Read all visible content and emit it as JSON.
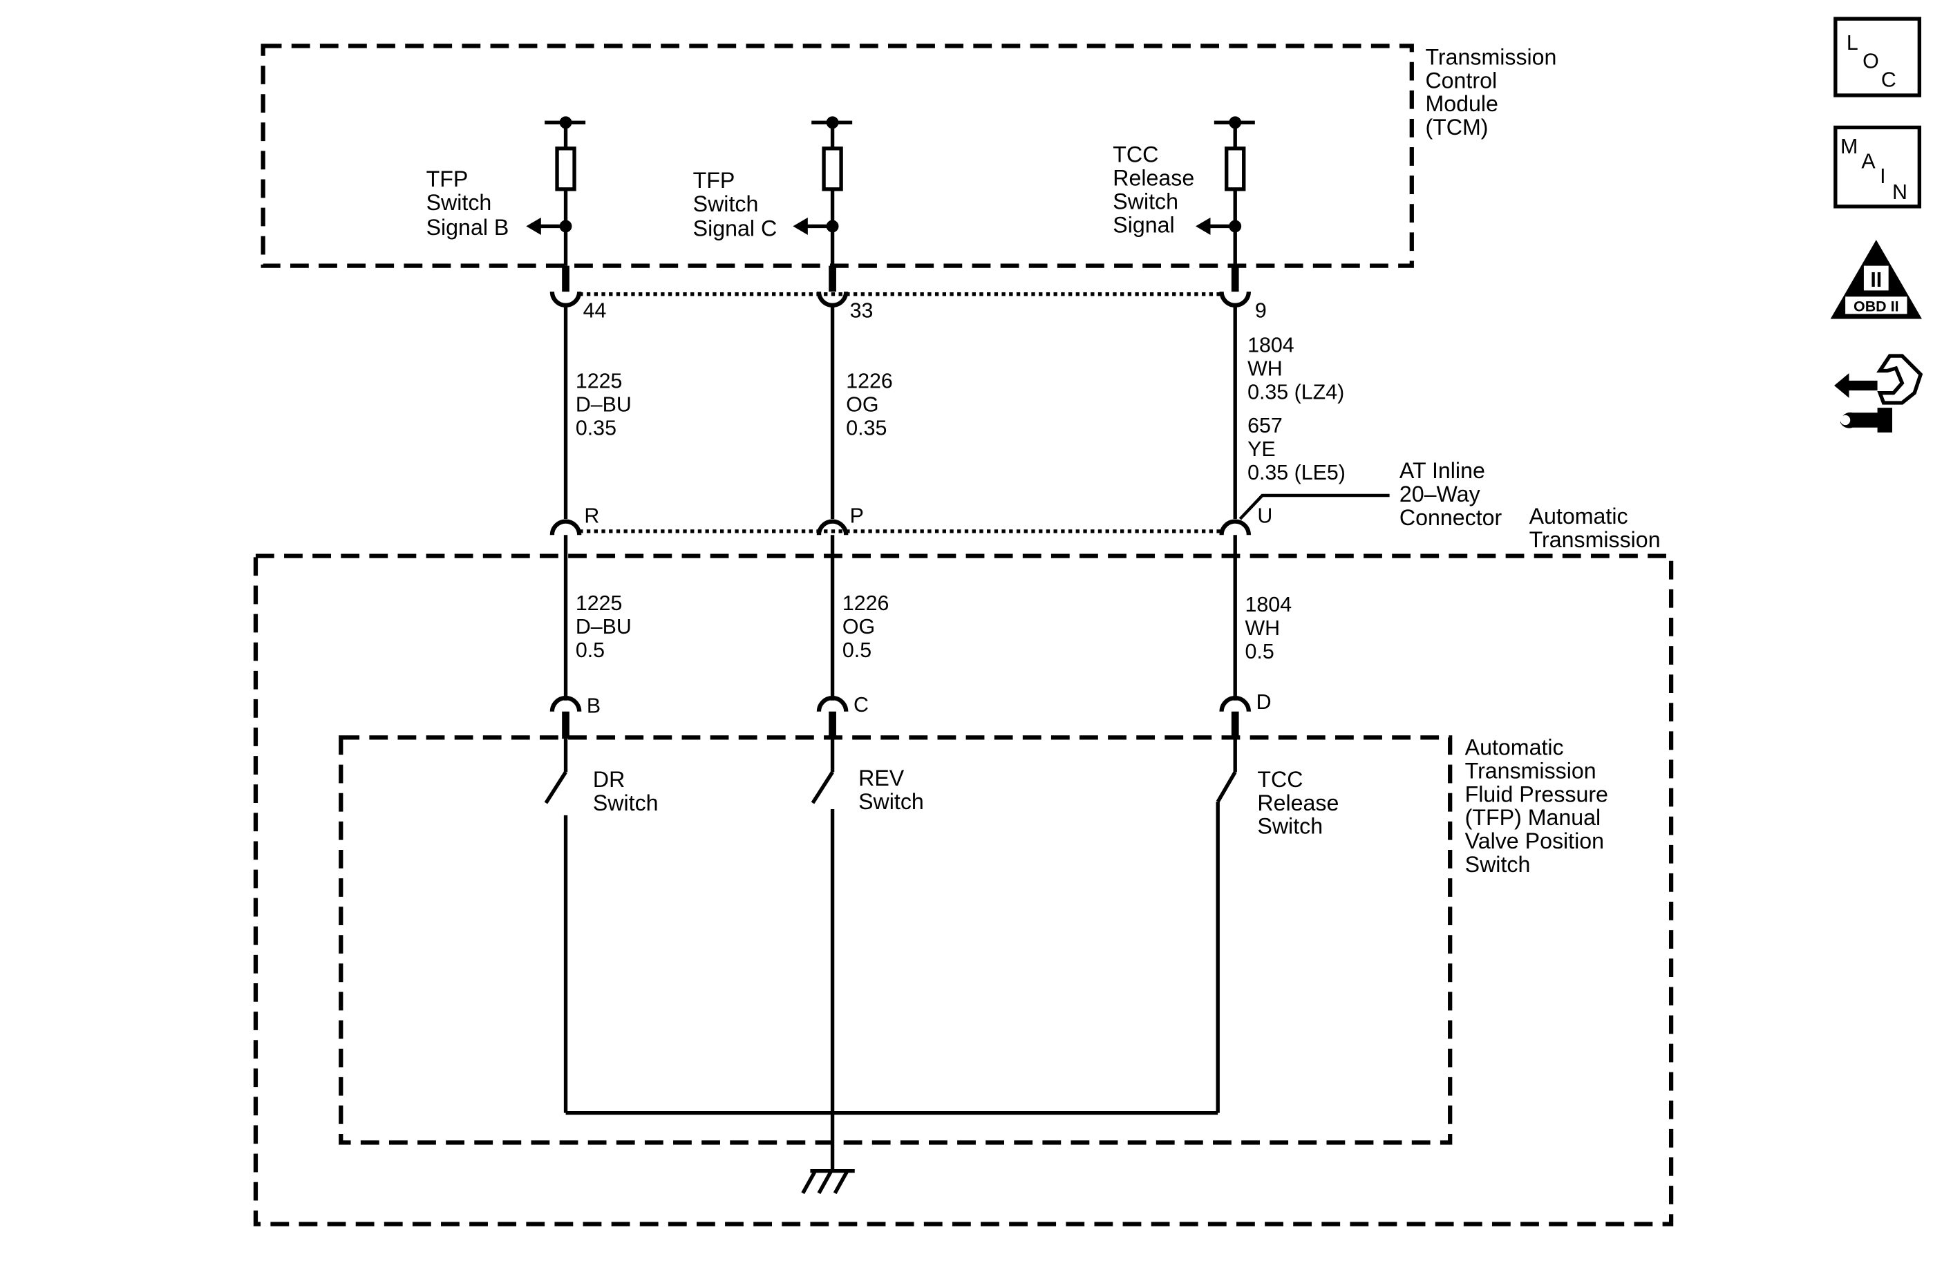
{
  "modules": {
    "tcm": [
      "Transmission",
      "Control",
      "Module",
      "(TCM)"
    ],
    "automatic_transmission": [
      "Automatic",
      "Transmission"
    ],
    "tfp_switch": [
      "Automatic",
      "Transmission",
      "Fluid Pressure",
      "(TFP) Manual",
      "Valve Position",
      "Switch"
    ]
  },
  "signals": {
    "tfp_b": [
      "TFP",
      "Switch",
      "Signal B"
    ],
    "tfp_c": [
      "TFP",
      "Switch",
      "Signal C"
    ],
    "tcc": [
      "TCC",
      "Release",
      "Switch",
      "Signal"
    ]
  },
  "tcm_pins": {
    "b": "44",
    "c": "33",
    "tcc": "9"
  },
  "wires_upper": {
    "b": [
      "1225",
      "D–BU",
      "0.35"
    ],
    "c": [
      "1226",
      "OG",
      "0.35"
    ],
    "tcc": [
      "1804",
      "WH",
      "0.35 (LZ4)",
      "657",
      "YE",
      "0.35 (LE5)"
    ]
  },
  "inline_connector": {
    "label": [
      "AT Inline",
      "20–Way",
      "Connector"
    ],
    "pins": {
      "b": "R",
      "c": "P",
      "tcc": "U"
    }
  },
  "wires_lower": {
    "b": [
      "1225",
      "D–BU",
      "0.5"
    ],
    "c": [
      "1226",
      "OG",
      "0.5"
    ],
    "tcc": [
      "1804",
      "WH",
      "0.5"
    ]
  },
  "switch_pins": {
    "b": "B",
    "c": "C",
    "tcc": "D"
  },
  "switches": {
    "dr": [
      "DR",
      "Switch"
    ],
    "rev": [
      "REV",
      "Switch"
    ],
    "tcc": [
      "TCC",
      "Release",
      "Switch"
    ]
  },
  "side_icons": {
    "loc": [
      "L",
      "O",
      "C"
    ],
    "main": [
      "M",
      "A",
      "I",
      "N"
    ],
    "obd": {
      "numeral": "II",
      "label": "OBD II"
    },
    "connector_end_view": "connector-wrench-icon"
  }
}
